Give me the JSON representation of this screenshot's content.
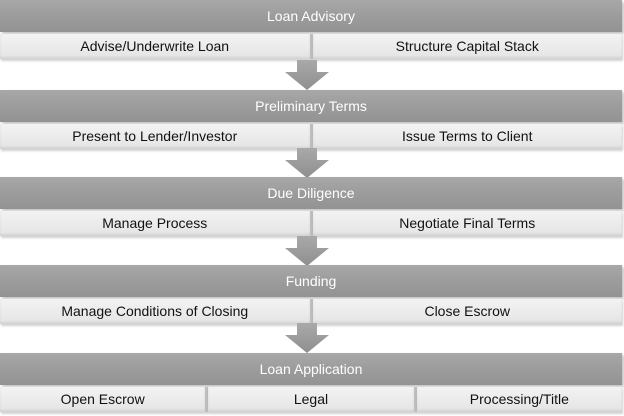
{
  "stages": [
    {
      "title": "Loan Advisory",
      "tasks": [
        "Advise/Underwrite Loan",
        "Structure Capital Stack"
      ]
    },
    {
      "title": "Preliminary Terms",
      "tasks": [
        "Present to Lender/Investor",
        "Issue Terms to Client"
      ]
    },
    {
      "title": "Due Diligence",
      "tasks": [
        "Manage Process",
        "Negotiate Final Terms"
      ]
    },
    {
      "title": "Funding",
      "tasks": [
        "Manage Conditions of Closing",
        "Close Escrow"
      ]
    },
    {
      "title": "Loan Application",
      "tasks": [
        "Open Escrow",
        "Legal",
        "Processing/Title"
      ]
    }
  ],
  "colors": {
    "header": "#9c9c9c",
    "task": "#e9e9e9",
    "arrow": "#9e9e9e"
  },
  "icons": {
    "connector": "down-arrow-icon"
  }
}
